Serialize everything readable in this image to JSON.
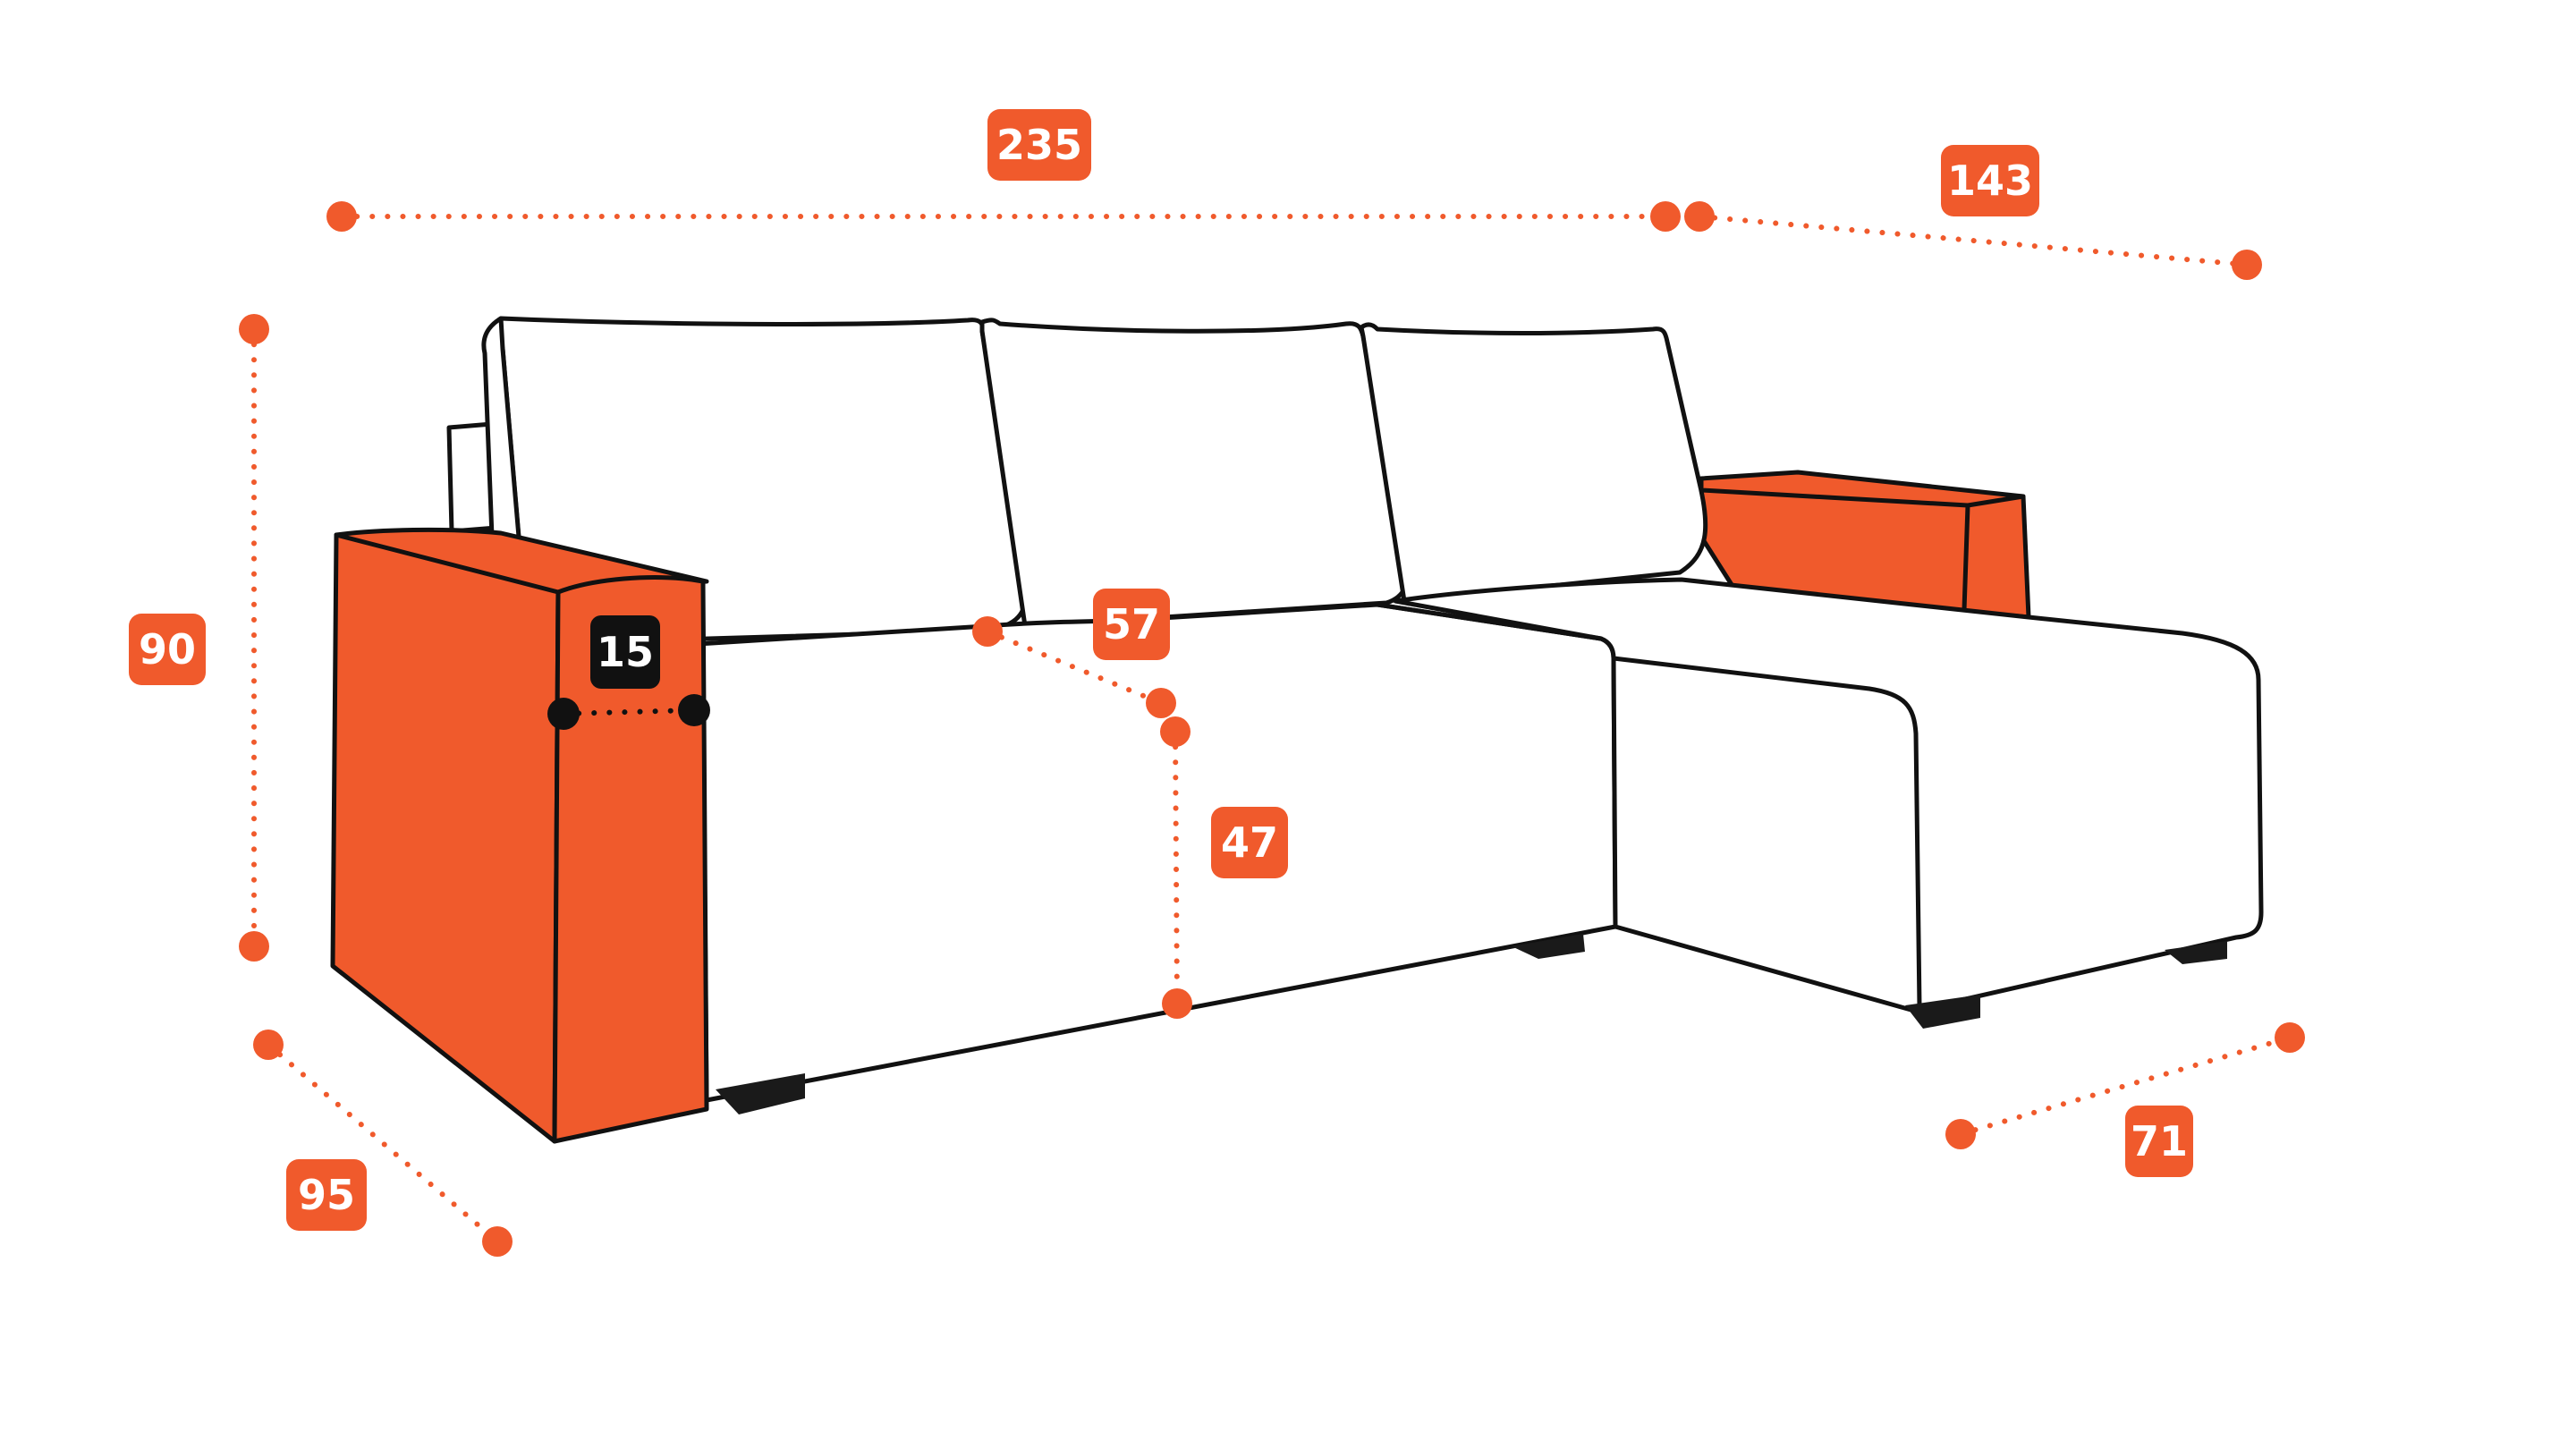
{
  "colors": {
    "accent": "#f05a2c",
    "outline": "#111111",
    "sofa_fill": "#ffffff",
    "leg": "#1a1a1a",
    "badge_dark": "#111111",
    "background": "#ffffff"
  },
  "dimensions": {
    "width_main": "235",
    "width_chaise": "143",
    "height_total": "90",
    "depth_main": "95",
    "seat_depth": "57",
    "seat_height": "47",
    "arm_width": "15",
    "chaise_width": "71"
  }
}
